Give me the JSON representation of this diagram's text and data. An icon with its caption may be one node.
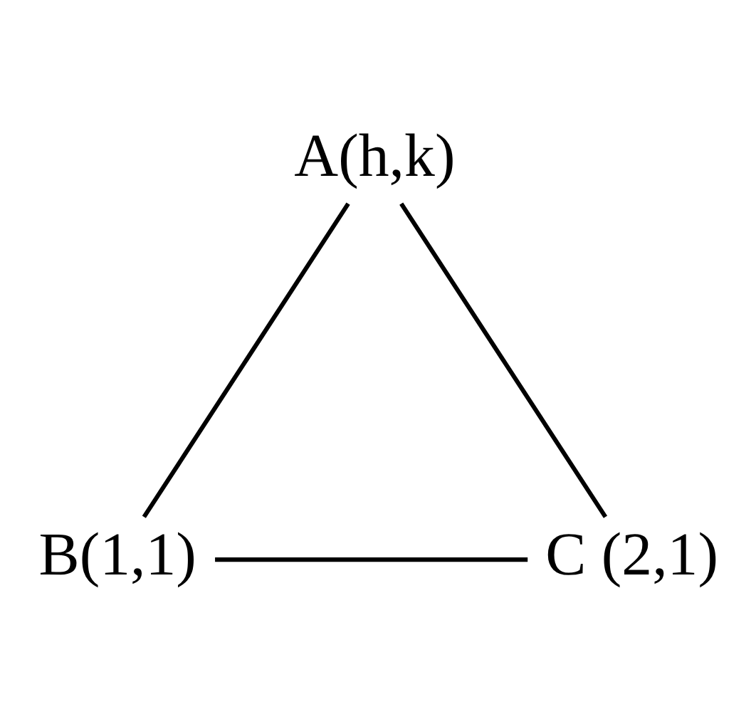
{
  "diagram": {
    "nodes": [
      {
        "text": [
          "A(h,k)"
        ]
      },
      {
        "text": [
          "B(1,1)"
        ]
      },
      {
        "text": [
          "C (2,1)"
        ]
      }
    ],
    "edges": [
      {
        "from": 0,
        "to": 1,
        "arrow": "none"
      },
      {
        "from": 1,
        "to": 2,
        "arrow": "none"
      },
      {
        "from": 2,
        "to": 0,
        "arrow": "none"
      }
    ]
  }
}
